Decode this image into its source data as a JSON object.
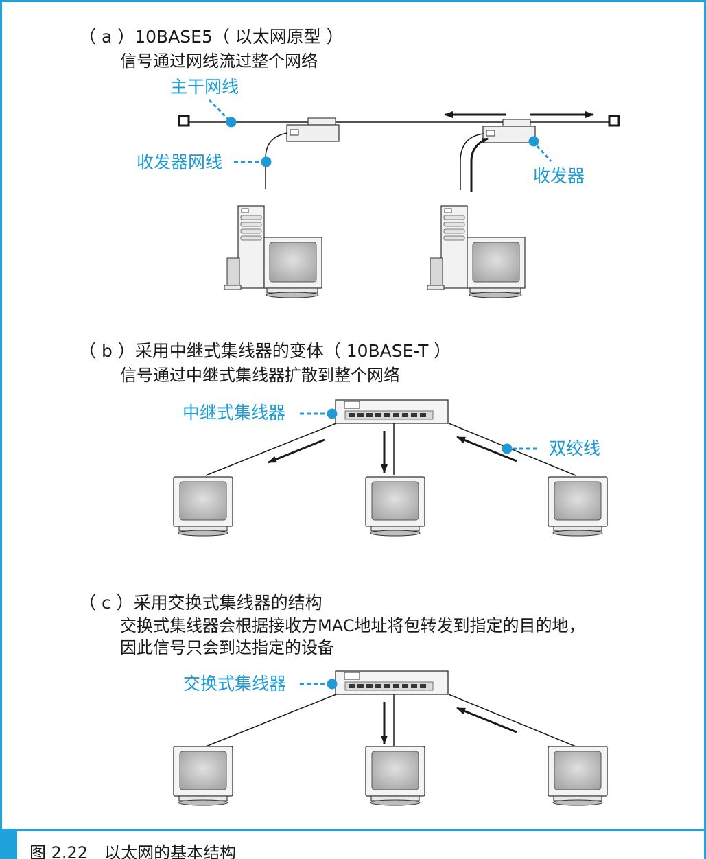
{
  "sections": {
    "a": {
      "heading": "（ a ）10BASE5（ 以太网原型 ）",
      "description": "信号通过网线流过整个网络",
      "callouts": {
        "trunk": "主干网线",
        "transceiver_cable": "收发器网线",
        "transceiver": "收发器"
      }
    },
    "b": {
      "heading": "（ b ）采用中继式集线器的变体（ 10BASE-T ）",
      "description": "信号通过中继式集线器扩散到整个网络",
      "callouts": {
        "hub": "中继式集线器",
        "twisted_pair": "双绞线"
      }
    },
    "c": {
      "heading": "（ c ）采用交换式集线器的结构",
      "description_line1": "交换式集线器会根据接收方MAC地址将包转发到指定的目的地，",
      "description_line2": "因此信号只会到达指定的设备",
      "callouts": {
        "switch": "交换式集线器"
      }
    }
  },
  "caption": "图 2.22　以太网的基本结构",
  "colors": {
    "accent": "#1fa3dc",
    "callout": "#1e9ad6",
    "line": "#1a1a1a"
  }
}
